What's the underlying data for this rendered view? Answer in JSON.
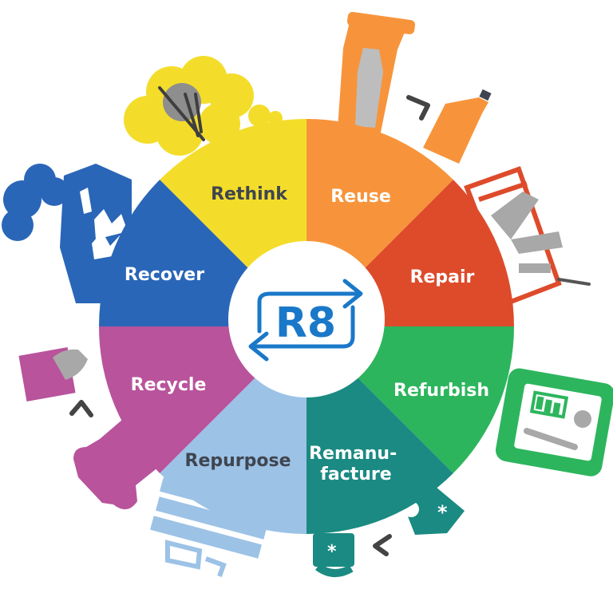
{
  "center": {
    "label": "R8"
  },
  "segments": [
    {
      "id": "rethink",
      "label": "Rethink",
      "color": "#f4dd2a",
      "text_color": "#3f4550",
      "icon": "thought-cloud-fork-icon"
    },
    {
      "id": "reuse",
      "label": "Reuse",
      "color": "#f7943b",
      "text_color": "#ffffff",
      "icon": "trash-bin-bottle-icon"
    },
    {
      "id": "repair",
      "label": "Repair",
      "color": "#dd4b2b",
      "text_color": "#ffffff",
      "icon": "toolbox-tools-icon"
    },
    {
      "id": "refurbish",
      "label": "Refurbish",
      "color": "#2db55d",
      "text_color": "#ffffff",
      "icon": "phone-battery-wrench-icon"
    },
    {
      "id": "remanufacture",
      "label_lines": [
        "Remanu-",
        "facture"
      ],
      "color": "#1a8a82",
      "text_color": "#ffffff",
      "icon": "first-aid-vehicle-icon"
    },
    {
      "id": "repurpose",
      "label": "Repurpose",
      "color": "#9cc2e6",
      "text_color": "#3f4550",
      "icon": "pallet-chair-icon"
    },
    {
      "id": "recycle",
      "label": "Recycle",
      "color": "#b8539c",
      "text_color": "#ffffff",
      "icon": "puzzle-piece-hand-icon"
    },
    {
      "id": "recover",
      "label": "Recover",
      "color": "#2a66b8",
      "text_color": "#ffffff",
      "icon": "factory-flame-icon"
    }
  ],
  "colors": {
    "arrow_gray": "#444444",
    "center_blue": "#1a78c9",
    "icon_gray": "#9a9a9a"
  }
}
